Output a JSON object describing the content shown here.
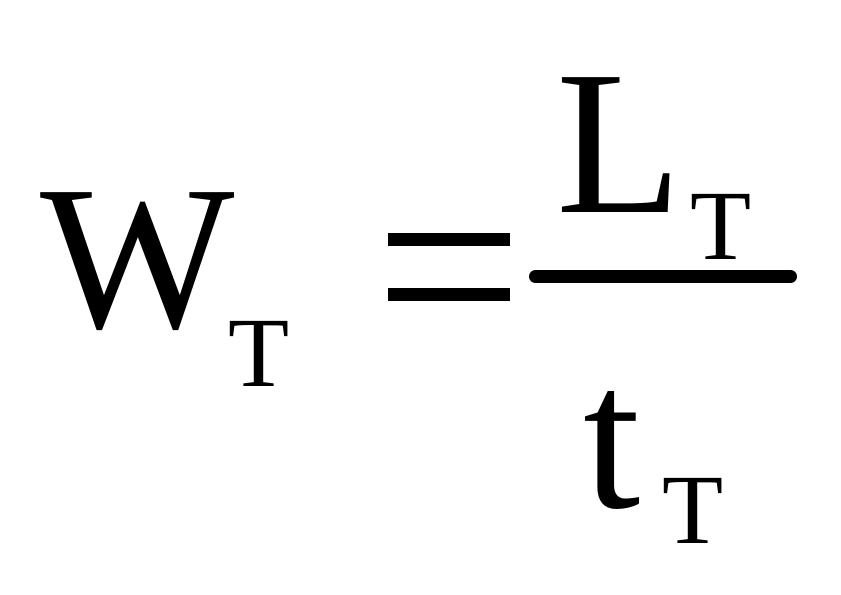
{
  "equation": {
    "lhs": {
      "symbol": "W",
      "subscript": "T"
    },
    "operator": "=",
    "fraction": {
      "numerator": {
        "symbol": "L",
        "subscript": "T"
      },
      "denominator": {
        "symbol": "t",
        "subscript": "T"
      }
    }
  },
  "colors": {
    "text": "#000000",
    "background": "#ffffff"
  }
}
